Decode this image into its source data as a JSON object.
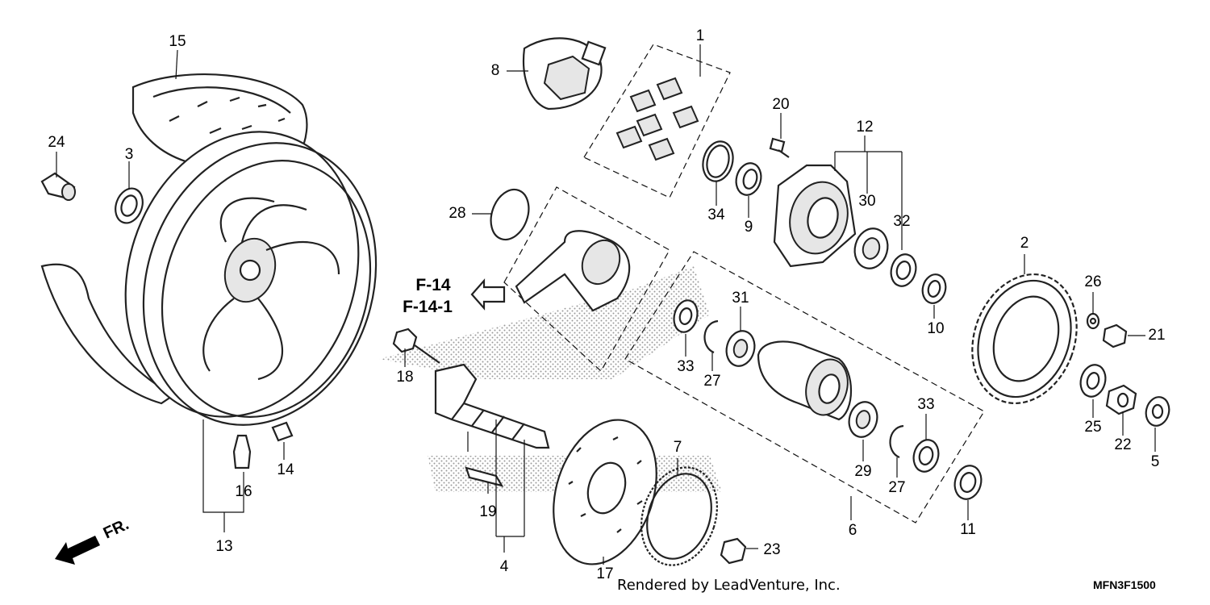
{
  "diagram": {
    "callouts": [
      "1",
      "2",
      "3",
      "4",
      "5",
      "6",
      "7",
      "8",
      "9",
      "10",
      "11",
      "12",
      "13",
      "14",
      "15",
      "16",
      "17",
      "18",
      "19",
      "20",
      "21",
      "22",
      "23",
      "24",
      "25",
      "26",
      "27",
      "28",
      "29",
      "30",
      "31",
      "32",
      "33",
      "34"
    ],
    "labels": {
      "p1": "1",
      "p2": "2",
      "p3": "3",
      "p4": "4",
      "p5": "5",
      "p6": "6",
      "p7": "7",
      "p8": "8",
      "p9": "9",
      "p10": "10",
      "p11": "11",
      "p12": "12",
      "p13": "13",
      "p14": "14",
      "p15": "15",
      "p16": "16",
      "p17": "17",
      "p18": "18",
      "p19": "19",
      "p20": "20",
      "p21": "21",
      "p22": "22",
      "p23": "23",
      "p24": "24",
      "p25": "25",
      "p26": "26",
      "p27a": "27",
      "p27b": "27",
      "p28": "28",
      "p29": "29",
      "p30": "30",
      "p31": "31",
      "p32": "32",
      "p33a": "33",
      "p33b": "33",
      "p34": "34"
    },
    "reference_1": "F-14",
    "reference_2": "F-14-1",
    "front_indicator": "FR.",
    "credit": "Rendered by LeadVenture, Inc.",
    "diagram_code": "MFN3F1500"
  }
}
